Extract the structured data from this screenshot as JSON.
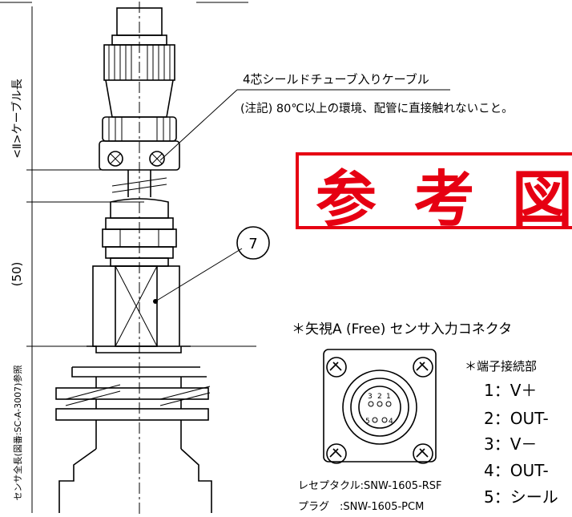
{
  "title": "参 考 図",
  "colors": {
    "stamp": "#e60012",
    "line": "#000000",
    "background": "#ffffff"
  },
  "cable_label": "4芯シールドチューブ入りケーブル",
  "caution_note": "(注記) 80℃以上の環境、配管に直接触れないこと。",
  "balloon_number": "7",
  "dim_cable_length": "<Ⅱ>ケーブル長",
  "dim_50": "(50)",
  "dim_sensor_length": "センサ全長(図番:SC-A-3007)参照",
  "view_title": "＊矢視A (Free) センサ入力コネクタ",
  "receptacle_label": "レセプタクル:SNW-1605-RSF",
  "plug_label": "プラグ　:SNW-1605-PCM",
  "pin_digits": [
    "3",
    "2",
    "1",
    "5",
    "4"
  ],
  "terminal_heading": "＊端子接続部",
  "terminals": [
    "1：V＋",
    "2：OUT-",
    "3：V－",
    "4：OUT-",
    "5：シール"
  ]
}
